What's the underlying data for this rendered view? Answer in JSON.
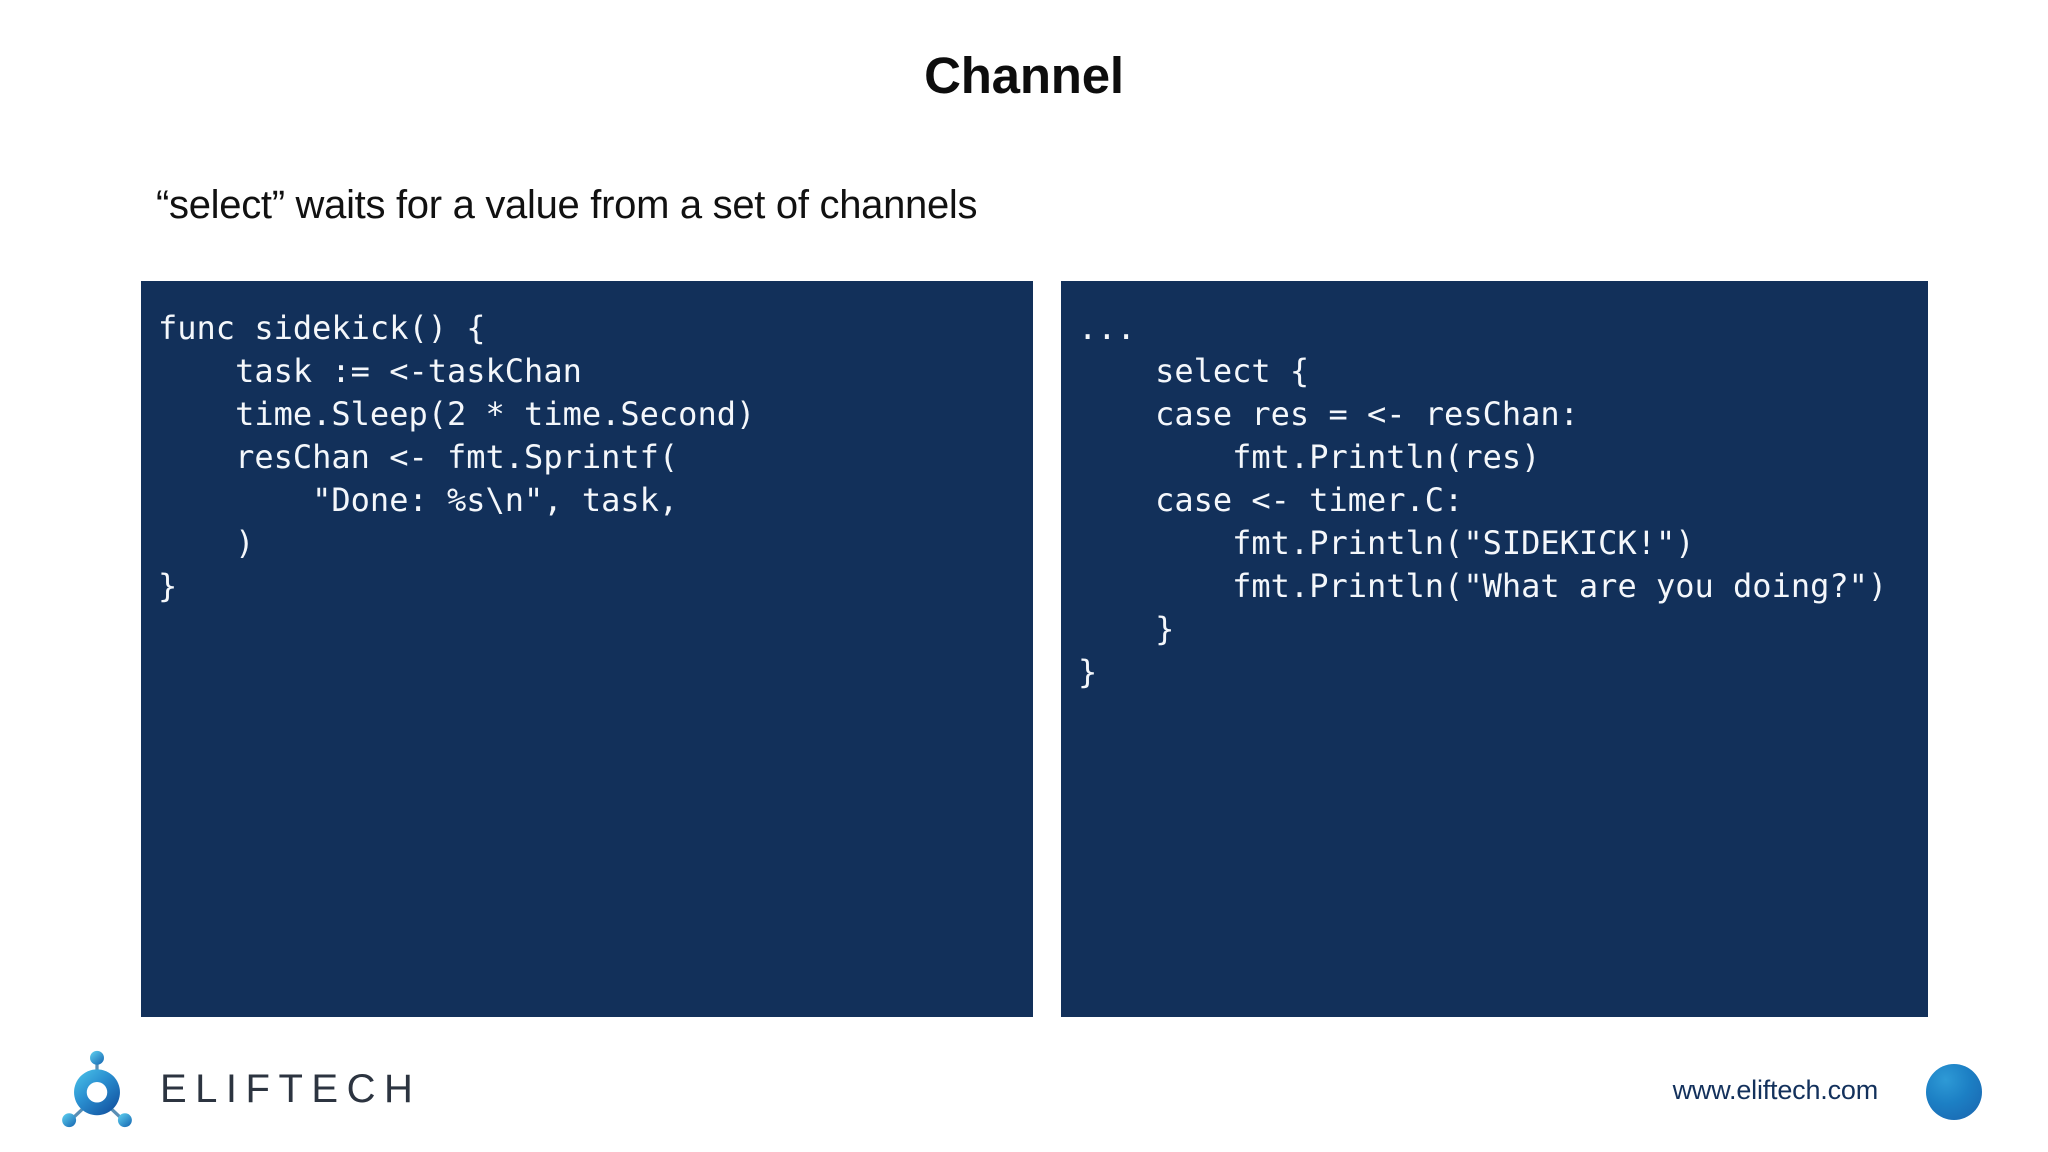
{
  "slide": {
    "title": "Channel",
    "subtitle": "“select” waits for a value from a set of channels"
  },
  "code_panels": [
    {
      "id": "left",
      "language": "go",
      "background_color": "#12305a",
      "text_color": "#f4f7fb",
      "code": "func sidekick() {\n    task := <-taskChan\n    time.Sleep(2 * time.Second)\n    resChan <- fmt.Sprintf(\n        \"Done: %s\\n\", task,\n    )\n}"
    },
    {
      "id": "right",
      "language": "go",
      "background_color": "#12305a",
      "text_color": "#f4f7fb",
      "code": "...\n    select {\n    case res = <- resChan:\n        fmt.Println(res)\n    case <- timer.C:\n        fmt.Println(\"SIDEKICK!\")\n        fmt.Println(\"What are you doing?\")\n    }\n}"
    }
  ],
  "footer": {
    "brand_name": "ELIFTECH",
    "brand_icon": "eliftech-molecule-logo",
    "site_url": "www.eliftech.com",
    "accent_color": "#1c7fc4",
    "brand_text_color": "#2c3440",
    "url_text_color": "#13315c"
  }
}
